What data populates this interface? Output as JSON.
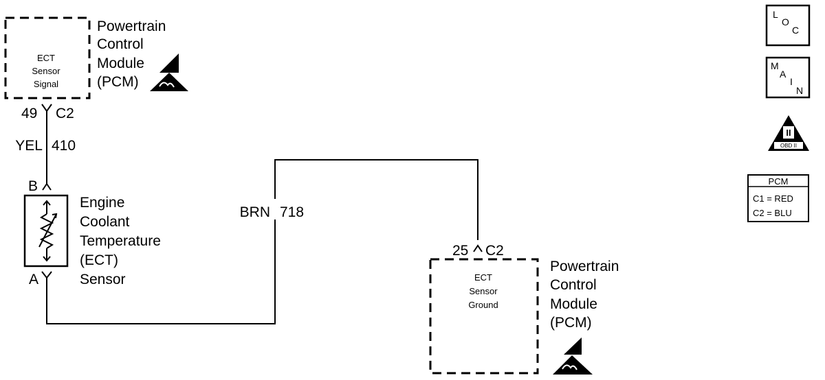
{
  "pcm_top": {
    "box_label": [
      "ECT",
      "Sensor",
      "Signal"
    ],
    "title": [
      "Powertrain",
      "Control",
      "Module",
      "(PCM)"
    ],
    "pin": "49",
    "connector": "C2"
  },
  "wire_410": {
    "color": "YEL",
    "circuit": "410"
  },
  "ect_sensor": {
    "pin_b": "B",
    "pin_a": "A",
    "title": [
      "Engine",
      "Coolant",
      "Temperature",
      "(ECT)",
      "Sensor"
    ]
  },
  "wire_718": {
    "color": "BRN",
    "circuit": "718"
  },
  "pcm_bottom": {
    "pin": "25",
    "connector": "C2",
    "box_label": [
      "ECT",
      "Sensor",
      "Ground"
    ],
    "title": [
      "Powertrain",
      "Control",
      "Module",
      "(PCM)"
    ]
  },
  "side_icons": {
    "loc": [
      "L",
      "O",
      "C"
    ],
    "main": [
      "M",
      "A",
      "I",
      "N"
    ],
    "obd": {
      "numeral": "II",
      "text": "OBD II"
    },
    "pcm_legend": {
      "title": "PCM",
      "lines": [
        "C1 = RED",
        "C2 = BLU"
      ]
    }
  }
}
